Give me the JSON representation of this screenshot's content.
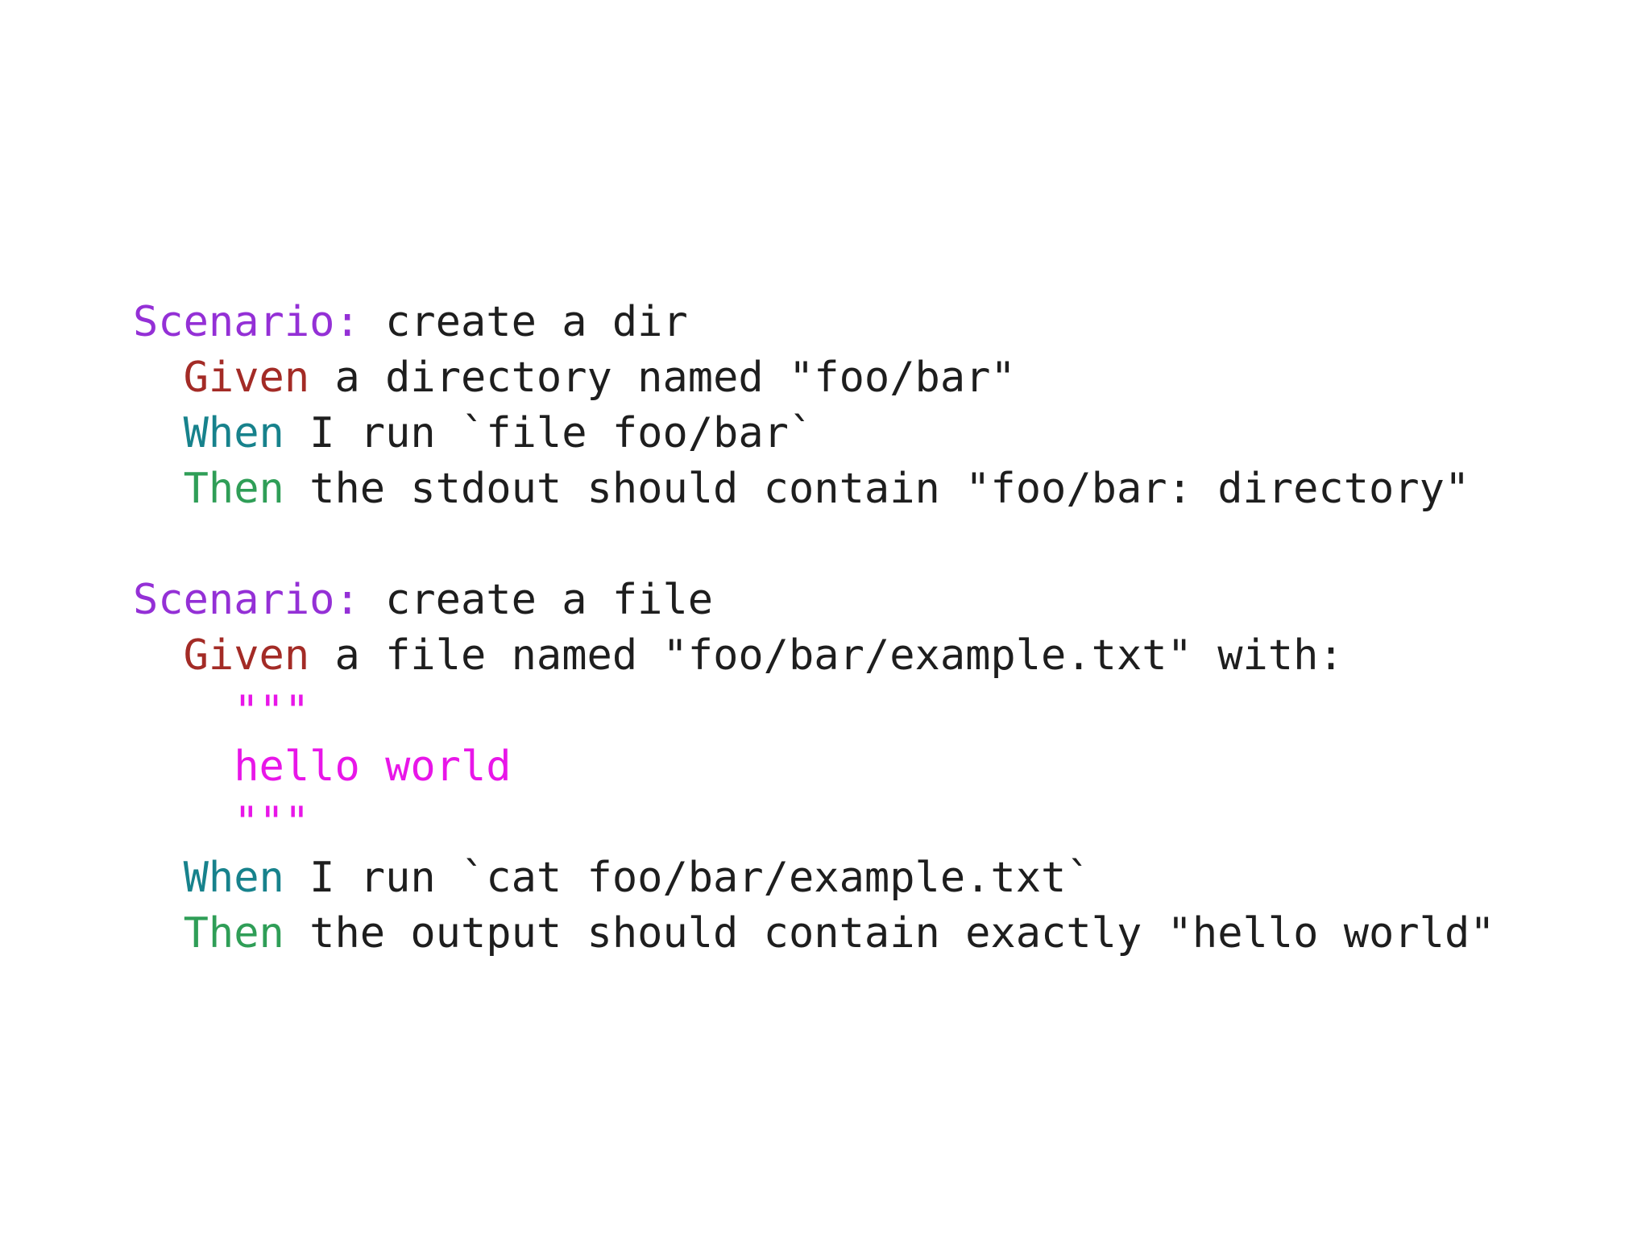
{
  "colors": {
    "scenario": "#9430d6",
    "given": "#a32b26",
    "when": "#17828c",
    "then": "#2f9e57",
    "docstring": "#e816e8",
    "text": "#1e1e1e",
    "background": "#ffffff"
  },
  "code": {
    "language": "gherkin",
    "lines": [
      {
        "kw": "Scenario:",
        "rest": " create a dir"
      },
      {
        "kw": "  Given",
        "rest": " a directory named \"foo/bar\""
      },
      {
        "kw": "  When",
        "rest": " I run `file foo/bar`"
      },
      {
        "kw": "  Then",
        "rest": " the stdout should contain \"foo/bar: directory\""
      },
      {
        "kw": "",
        "rest": ""
      },
      {
        "kw": "Scenario:",
        "rest": " create a file"
      },
      {
        "kw": "  Given",
        "rest": " a file named \"foo/bar/example.txt\" with:"
      },
      {
        "kw": "    \"\"\"",
        "rest": ""
      },
      {
        "kw": "    hello world",
        "rest": ""
      },
      {
        "kw": "    \"\"\"",
        "rest": ""
      },
      {
        "kw": "  When",
        "rest": " I run `cat foo/bar/example.txt`"
      },
      {
        "kw": "  Then",
        "rest": " the output should contain exactly \"hello world\""
      }
    ]
  }
}
